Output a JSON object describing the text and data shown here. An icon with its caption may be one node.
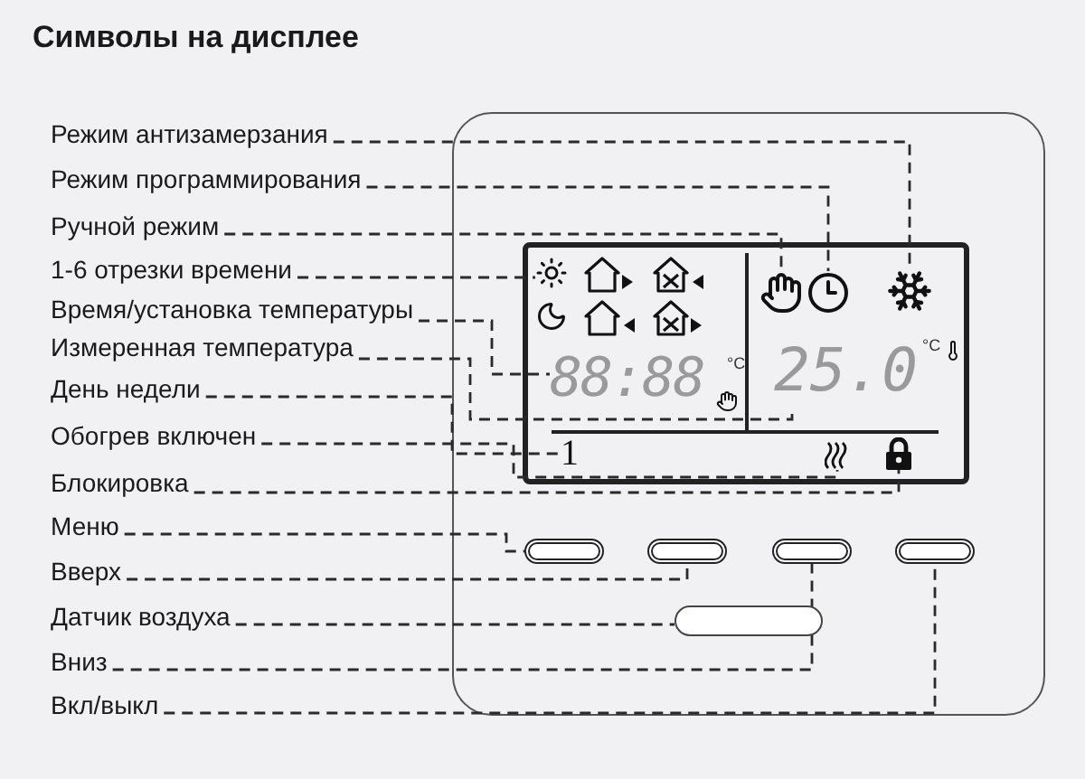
{
  "diagram": {
    "title": "Символы на дисплее",
    "nodes": [
      {
        "text": [
          "Режим антизамерзания"
        ]
      },
      {
        "text": [
          "Режим программирования"
        ]
      },
      {
        "text": [
          "Ручной режим"
        ]
      },
      {
        "text": [
          "1-6 отрезки времени"
        ]
      },
      {
        "text": [
          "Время/установка температуры"
        ]
      },
      {
        "text": [
          "Измеренная температура"
        ]
      },
      {
        "text": [
          "День недели"
        ]
      },
      {
        "text": [
          "Обогрев включен"
        ]
      },
      {
        "text": [
          "Блокировка"
        ]
      },
      {
        "text": [
          "Меню"
        ]
      },
      {
        "text": [
          "Вверх"
        ]
      },
      {
        "text": [
          "Датчик воздуха"
        ]
      },
      {
        "text": [
          "Вниз"
        ]
      },
      {
        "text": [
          "Вкл/выкл"
        ]
      },
      {
        "text": [],
        "shape": "picture"
      },
      {
        "text": [],
        "shape": "picture"
      },
      {
        "text": [],
        "shape": "picture"
      },
      {
        "text": [],
        "shape": "picture"
      },
      {
        "text": [
          "88:88"
        ]
      },
      {
        "text": [
          "25.0"
        ]
      },
      {
        "text": [
          "1"
        ]
      },
      {
        "text": [],
        "shape": "picture"
      },
      {
        "text": [],
        "shape": "picture"
      },
      {
        "text": [],
        "shape": "box"
      },
      {
        "text": [],
        "shape": "box"
      },
      {
        "text": [],
        "shape": "box"
      },
      {
        "text": [],
        "shape": "box"
      },
      {
        "text": [],
        "shape": "box"
      }
    ],
    "edges": [
      {
        "from": 0,
        "to": 14,
        "arrow": "none",
        "style": "dashed"
      },
      {
        "from": 1,
        "to": 15,
        "arrow": "none",
        "style": "dashed"
      },
      {
        "from": 2,
        "to": 16,
        "arrow": "none",
        "style": "dashed"
      },
      {
        "from": 3,
        "to": 17,
        "arrow": "none",
        "style": "dashed"
      },
      {
        "from": 4,
        "to": 18,
        "arrow": "none",
        "style": "dashed"
      },
      {
        "from": 5,
        "to": 19,
        "arrow": "none",
        "style": "dashed"
      },
      {
        "from": 6,
        "to": 20,
        "arrow": "none",
        "style": "dashed"
      },
      {
        "from": 7,
        "to": 21,
        "arrow": "none",
        "style": "dashed"
      },
      {
        "from": 8,
        "to": 22,
        "arrow": "none",
        "style": "dashed"
      },
      {
        "from": 9,
        "to": 23,
        "arrow": "none",
        "style": "dashed"
      },
      {
        "from": 10,
        "to": 24,
        "arrow": "none",
        "style": "dashed"
      },
      {
        "from": 11,
        "to": 27,
        "arrow": "none",
        "style": "dashed"
      },
      {
        "from": 12,
        "to": 25,
        "arrow": "none",
        "style": "dashed"
      },
      {
        "from": 13,
        "to": 26,
        "arrow": "none",
        "style": "dashed"
      }
    ],
    "labels": [
      "°C",
      "°C"
    ]
  }
}
